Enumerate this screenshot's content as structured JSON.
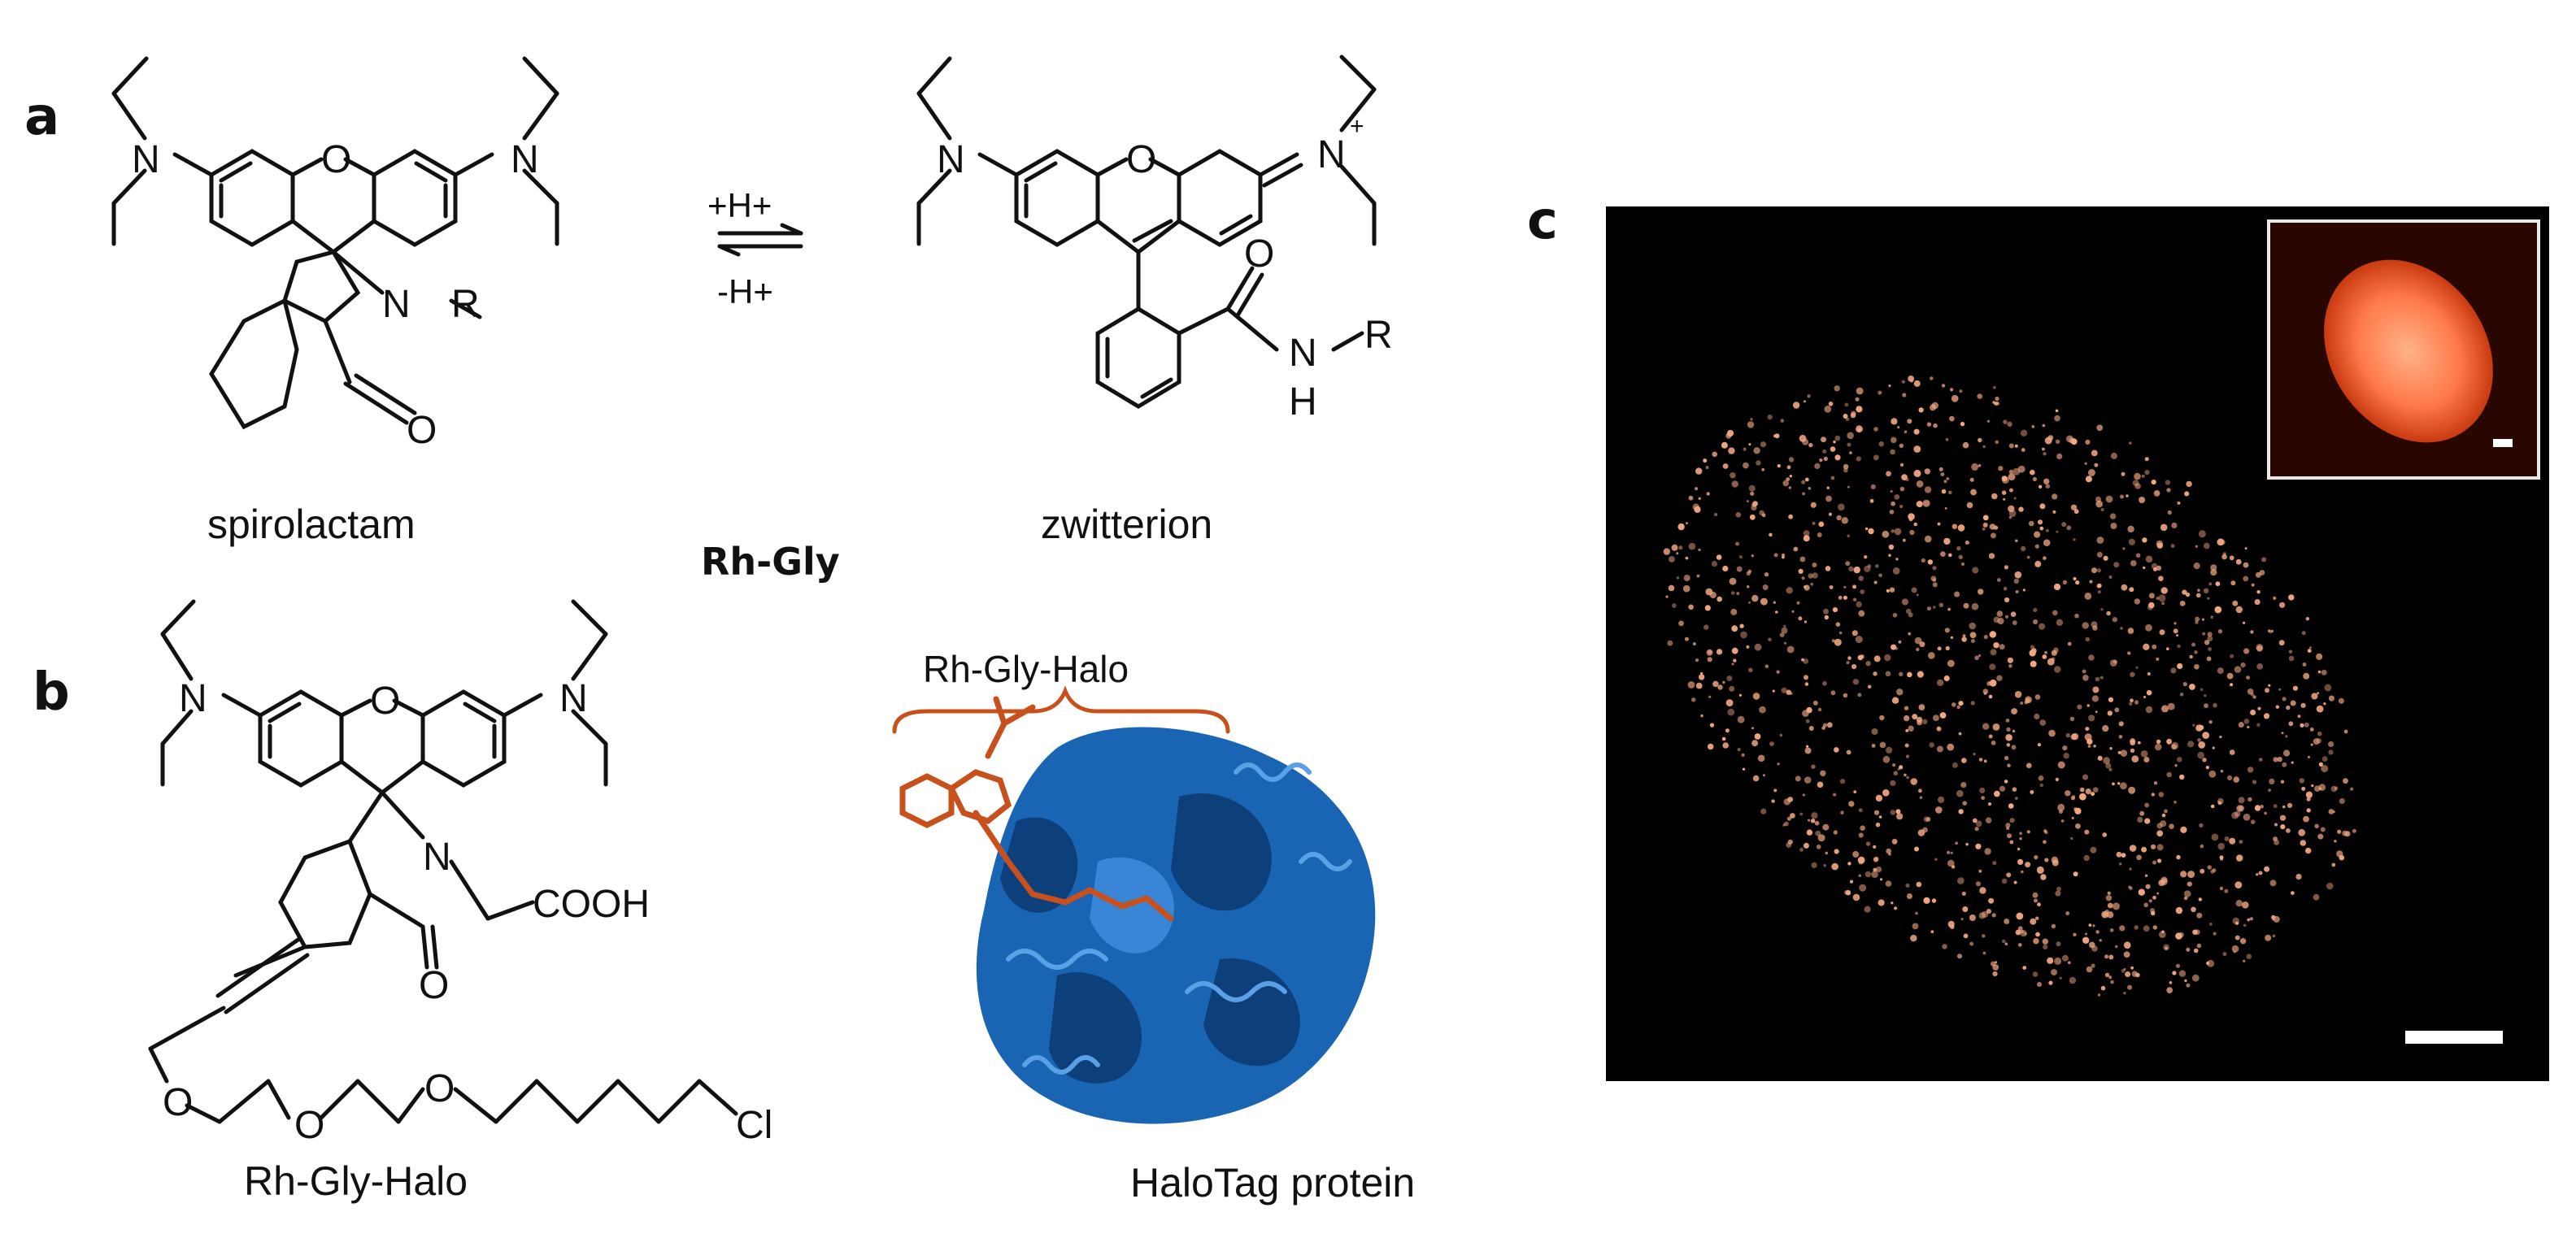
{
  "panels": {
    "a": {
      "letter": "a",
      "spirolactam_label": "spirolactam",
      "zwitterion_label": "zwitterion",
      "compound_label": "Rh-Gly",
      "forward_condition": "+H+",
      "reverse_condition": "-H+"
    },
    "b": {
      "letter": "b",
      "structure_label": "Rh-Gly-Halo",
      "bracket_label": "Rh-Gly-Halo",
      "protein_label": "HaloTag protein"
    },
    "c": {
      "letter": "c"
    }
  },
  "atoms": {
    "N": "N",
    "O": "O",
    "R": "R",
    "H": "H",
    "Cl": "Cl",
    "COOH": "COOH",
    "plus": "+"
  },
  "colors": {
    "ligand": "#c8501c",
    "protein": "#1a64b4",
    "protein_dark": "#0d3f7a",
    "puncta": "#f4a882",
    "nucleus": "#ff7a4a"
  }
}
